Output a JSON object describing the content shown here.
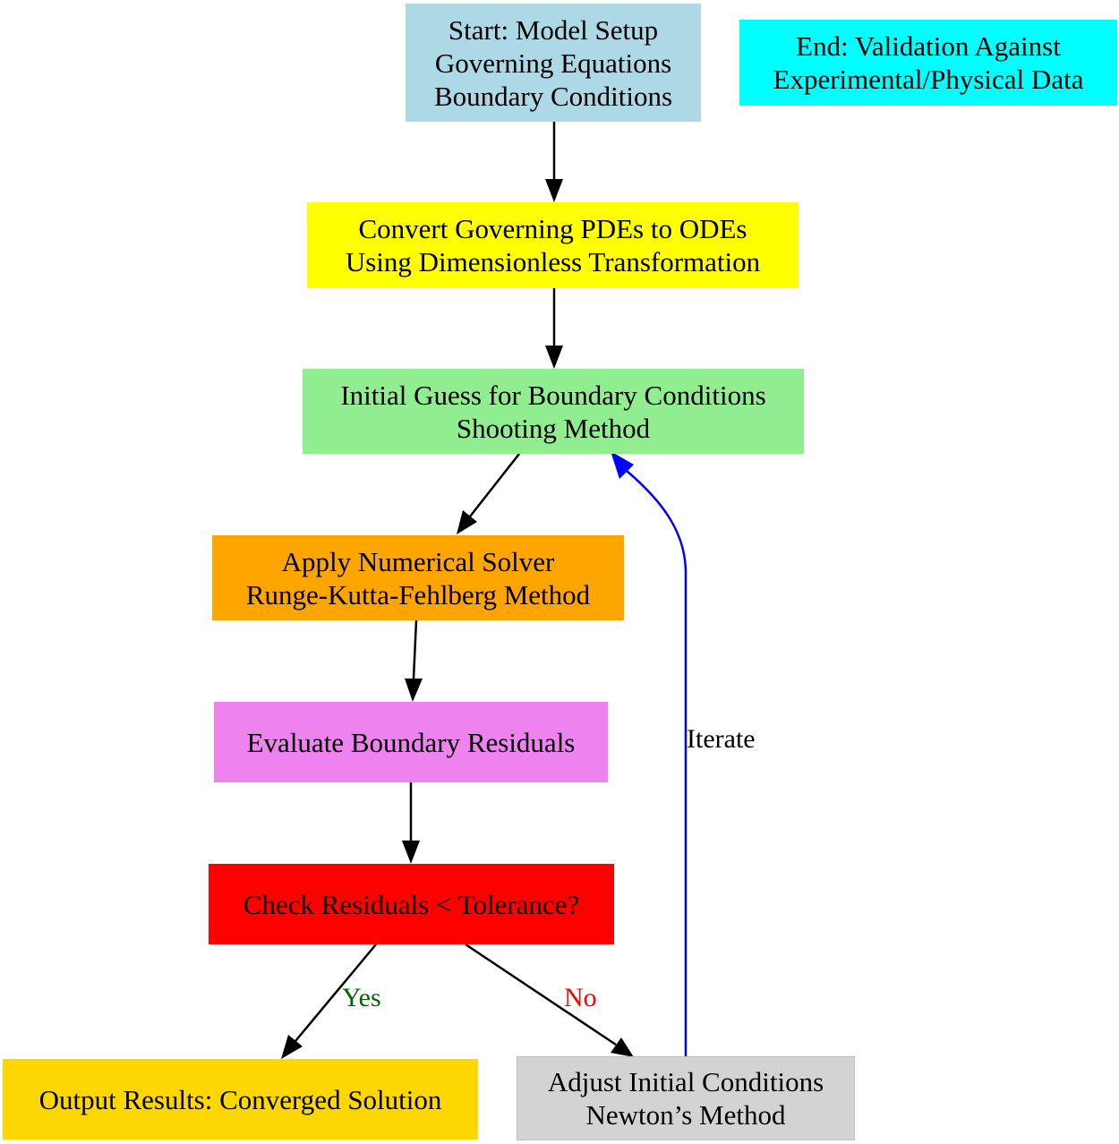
{
  "nodes": {
    "start": {
      "lines": [
        "Start: Model Setup",
        "Governing Equations",
        "Boundary Conditions"
      ],
      "fill": "#add8e6"
    },
    "end": {
      "lines": [
        "End: Validation Against",
        "Experimental/Physical Data"
      ],
      "fill": "#00ffff"
    },
    "convert": {
      "lines": [
        "Convert Governing PDEs to ODEs",
        "Using Dimensionless Transformation"
      ],
      "fill": "#ffff00"
    },
    "initial_guess": {
      "lines": [
        "Initial Guess for Boundary Conditions",
        "Shooting Method"
      ],
      "fill": "#90ee90"
    },
    "solver": {
      "lines": [
        "Apply Numerical Solver",
        "Runge-Kutta-Fehlberg Method"
      ],
      "fill": "#ffa500"
    },
    "evaluate": {
      "lines": [
        "Evaluate Boundary Residuals"
      ],
      "fill": "#ee82ee"
    },
    "check": {
      "lines": [
        "Check Residuals < Tolerance?"
      ],
      "fill": "#ff0000"
    },
    "output": {
      "lines": [
        "Output Results: Converged Solution"
      ],
      "fill": "#ffd700"
    },
    "adjust": {
      "lines": [
        "Adjust Initial Conditions",
        "Newton’s Method"
      ],
      "fill": "#d3d3d3"
    }
  },
  "edge_labels": {
    "yes": {
      "text": "Yes",
      "color": "#006400"
    },
    "no": {
      "text": "No",
      "color": "#ff0000"
    },
    "iterate": {
      "text": "Iterate",
      "color": "#000000"
    }
  },
  "colors": {
    "edge": "#000000",
    "iterate_edge": "#0000ff"
  }
}
